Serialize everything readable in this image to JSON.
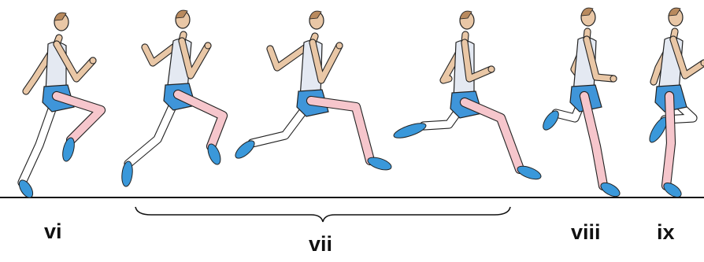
{
  "colors": {
    "skin": "#e9c7a6",
    "hair": "#b98a5e",
    "singlet": "#e4e9f2",
    "shorts": "#3f95d9",
    "near_leg": "#f6c6cc",
    "shoes": "#3a98da",
    "outline": "#222222",
    "ground": "#111111"
  },
  "labels": {
    "vi": "vi",
    "vii": "vii",
    "viii": "viii",
    "ix": "ix"
  },
  "figures": [
    {
      "phase": "vi",
      "icon": "runner-icon"
    },
    {
      "phase": "vii",
      "icon": "runner-icon"
    },
    {
      "phase": "vii",
      "icon": "runner-icon"
    },
    {
      "phase": "vii",
      "icon": "runner-icon"
    },
    {
      "phase": "viii",
      "icon": "runner-icon"
    },
    {
      "phase": "ix",
      "icon": "runner-icon"
    }
  ]
}
